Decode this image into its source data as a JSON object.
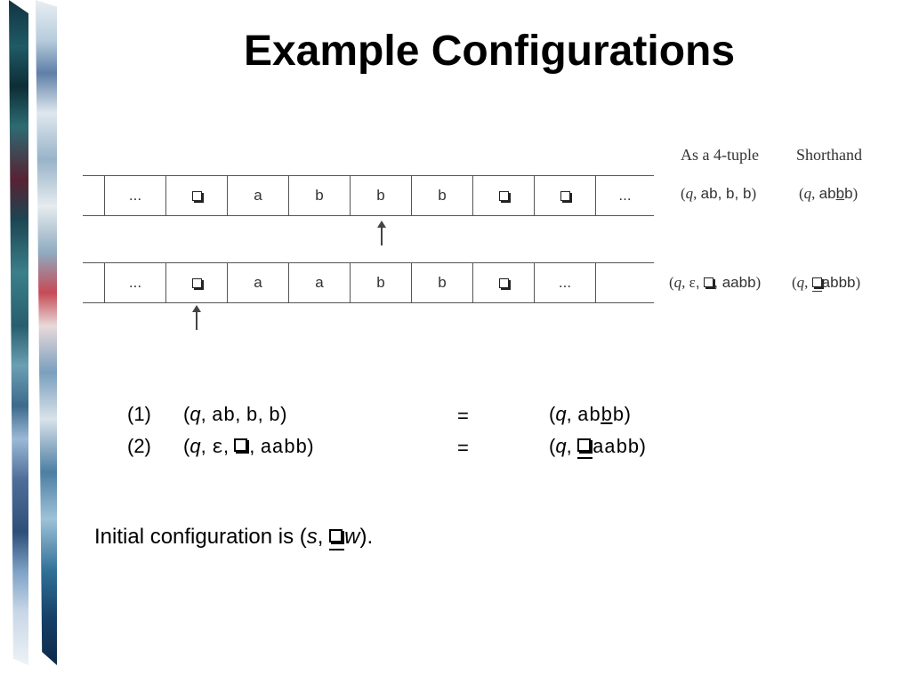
{
  "title": "Example Configurations",
  "column_headers": {
    "tuple": "As a 4-tuple",
    "shorthand": "Shorthand"
  },
  "tape1": {
    "cells": [
      "...",
      "□",
      "a",
      "b",
      "b",
      "b",
      "□",
      "□",
      "..."
    ],
    "head_index": 4,
    "tuple": {
      "state": "q",
      "left": "ab",
      "read": "b",
      "right": "b"
    },
    "shorthand": {
      "state": "q",
      "before": "ab",
      "under": "b",
      "after": "b"
    }
  },
  "tape2": {
    "cells": [
      "...",
      "□",
      "a",
      "a",
      "b",
      "b",
      "□",
      "...",
      ""
    ],
    "head_index": 1,
    "tuple": {
      "state": "q",
      "left": "ε",
      "read": "□",
      "right": "aabb"
    },
    "shorthand": {
      "state": "q",
      "under": "□",
      "after": "abbb"
    }
  },
  "equations": [
    {
      "label": "(1)",
      "state": "q",
      "left": "ab",
      "read": "b",
      "right": "b",
      "eq": "=",
      "sh_before": "ab",
      "sh_under": "b",
      "sh_after": "b"
    },
    {
      "label": "(2)",
      "state": "q",
      "left": "ε",
      "read": "□",
      "right": "aabb",
      "eq": "=",
      "sh_under": "□",
      "sh_after": "aabb"
    }
  ],
  "initial": {
    "text": "Initial configuration is (",
    "state": "s",
    "input": "w",
    "end": ")."
  }
}
